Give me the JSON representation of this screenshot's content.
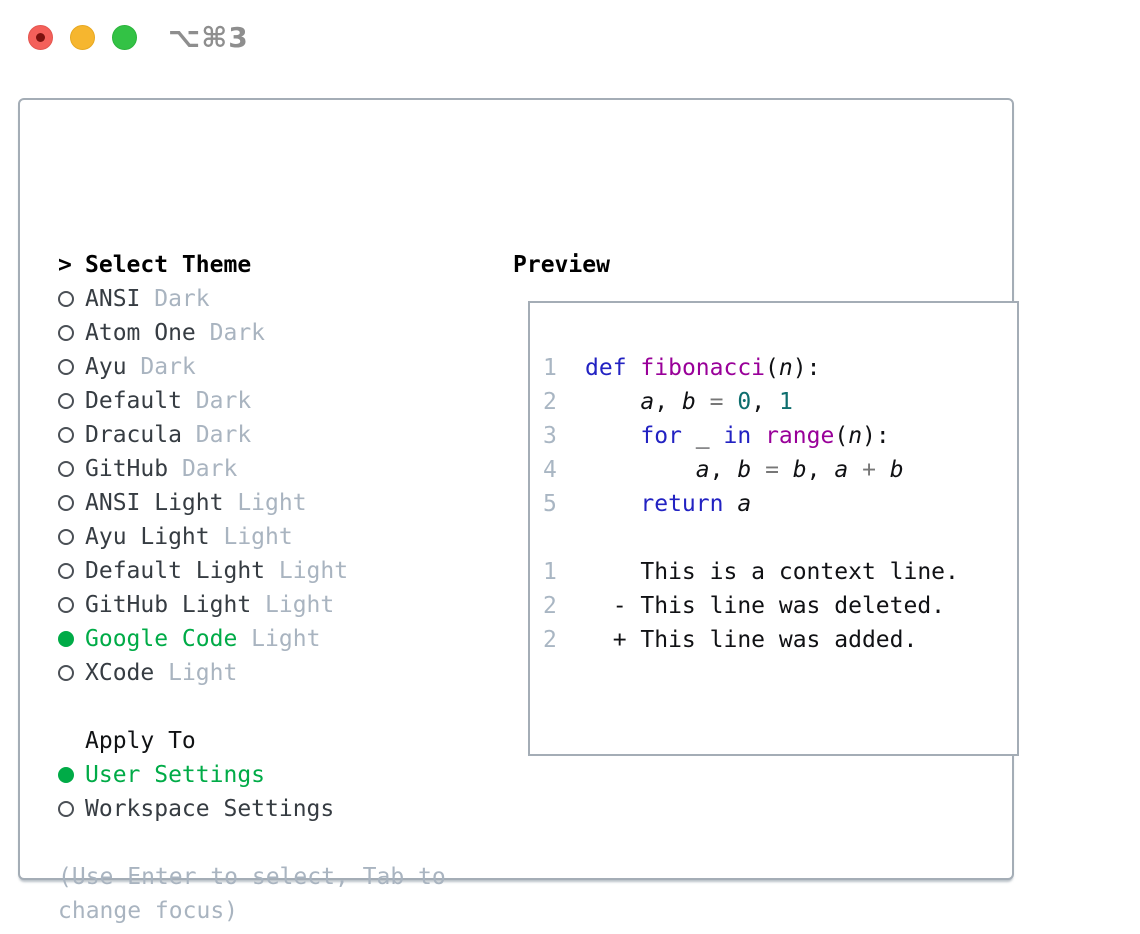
{
  "titlebar": {
    "shortcut": "⌥⌘3",
    "traffic_lights": [
      "close",
      "minimize",
      "zoom"
    ]
  },
  "theme_panel": {
    "cursor": ">",
    "title": "Select Theme",
    "themes": [
      {
        "name": "ANSI",
        "variant": "Dark",
        "selected": false
      },
      {
        "name": "Atom One",
        "variant": "Dark",
        "selected": false
      },
      {
        "name": "Ayu",
        "variant": "Dark",
        "selected": false
      },
      {
        "name": "Default",
        "variant": "Dark",
        "selected": false
      },
      {
        "name": "Dracula",
        "variant": "Dark",
        "selected": false
      },
      {
        "name": "GitHub",
        "variant": "Dark",
        "selected": false
      },
      {
        "name": "ANSI Light",
        "variant": "Light",
        "selected": false
      },
      {
        "name": "Ayu Light",
        "variant": "Light",
        "selected": false
      },
      {
        "name": "Default Light",
        "variant": "Light",
        "selected": false
      },
      {
        "name": "GitHub Light",
        "variant": "Light",
        "selected": false
      },
      {
        "name": "Google Code",
        "variant": "Light",
        "selected": true
      },
      {
        "name": "XCode",
        "variant": "Light",
        "selected": false
      }
    ],
    "apply_to": {
      "title": "Apply To",
      "options": [
        {
          "label": "User Settings",
          "selected": true
        },
        {
          "label": "Workspace Settings",
          "selected": false
        }
      ]
    },
    "help_lines": [
      "(Use Enter to select, Tab to",
      "change focus)"
    ]
  },
  "preview": {
    "title": "Preview",
    "code_lines": [
      {
        "num": "1",
        "tokens": [
          [
            "kw",
            "def"
          ],
          [
            "pln",
            " "
          ],
          [
            "fn",
            "fibonacci"
          ],
          [
            "pln",
            "("
          ],
          [
            "var",
            "n"
          ],
          [
            "pln",
            "):"
          ]
        ]
      },
      {
        "num": "2",
        "tokens": [
          [
            "pln",
            "    "
          ],
          [
            "var",
            "a"
          ],
          [
            "pln",
            ", "
          ],
          [
            "var",
            "b"
          ],
          [
            "pln",
            " "
          ],
          [
            "op",
            "="
          ],
          [
            "pln",
            " "
          ],
          [
            "lit",
            "0"
          ],
          [
            "pln",
            ", "
          ],
          [
            "lit",
            "1"
          ]
        ]
      },
      {
        "num": "3",
        "tokens": [
          [
            "pln",
            "    "
          ],
          [
            "kw",
            "for"
          ],
          [
            "pln",
            " "
          ],
          [
            "var",
            "_"
          ],
          [
            "pln",
            " "
          ],
          [
            "kw",
            "in"
          ],
          [
            "pln",
            " "
          ],
          [
            "fn",
            "range"
          ],
          [
            "pln",
            "("
          ],
          [
            "var",
            "n"
          ],
          [
            "pln",
            "):"
          ]
        ]
      },
      {
        "num": "4",
        "tokens": [
          [
            "pln",
            "        "
          ],
          [
            "var",
            "a"
          ],
          [
            "pln",
            ", "
          ],
          [
            "var",
            "b"
          ],
          [
            "pln",
            " "
          ],
          [
            "op",
            "="
          ],
          [
            "pln",
            " "
          ],
          [
            "var",
            "b"
          ],
          [
            "pln",
            ", "
          ],
          [
            "var",
            "a"
          ],
          [
            "pln",
            " "
          ],
          [
            "op",
            "+"
          ],
          [
            "pln",
            " "
          ],
          [
            "var",
            "b"
          ]
        ]
      },
      {
        "num": "5",
        "tokens": [
          [
            "pln",
            "    "
          ],
          [
            "kw",
            "return"
          ],
          [
            "pln",
            " "
          ],
          [
            "var",
            "a"
          ]
        ]
      }
    ],
    "diff_lines": [
      {
        "num": "1",
        "cls": "ctx",
        "text": "    This is a context line."
      },
      {
        "num": "2",
        "cls": "del",
        "text": "  - This line was deleted."
      },
      {
        "num": "2",
        "cls": "add",
        "text": "  + This line was added."
      }
    ]
  },
  "colors": {
    "selected_green": "#00ab47",
    "keyword_blue": "#2222c2",
    "function_purple": "#990099",
    "literal_teal": "#0e6e6e",
    "operator_gray": "#777777",
    "diff_red": "#cc3322",
    "diff_green": "#00c214",
    "muted": "#a9b4c0"
  }
}
